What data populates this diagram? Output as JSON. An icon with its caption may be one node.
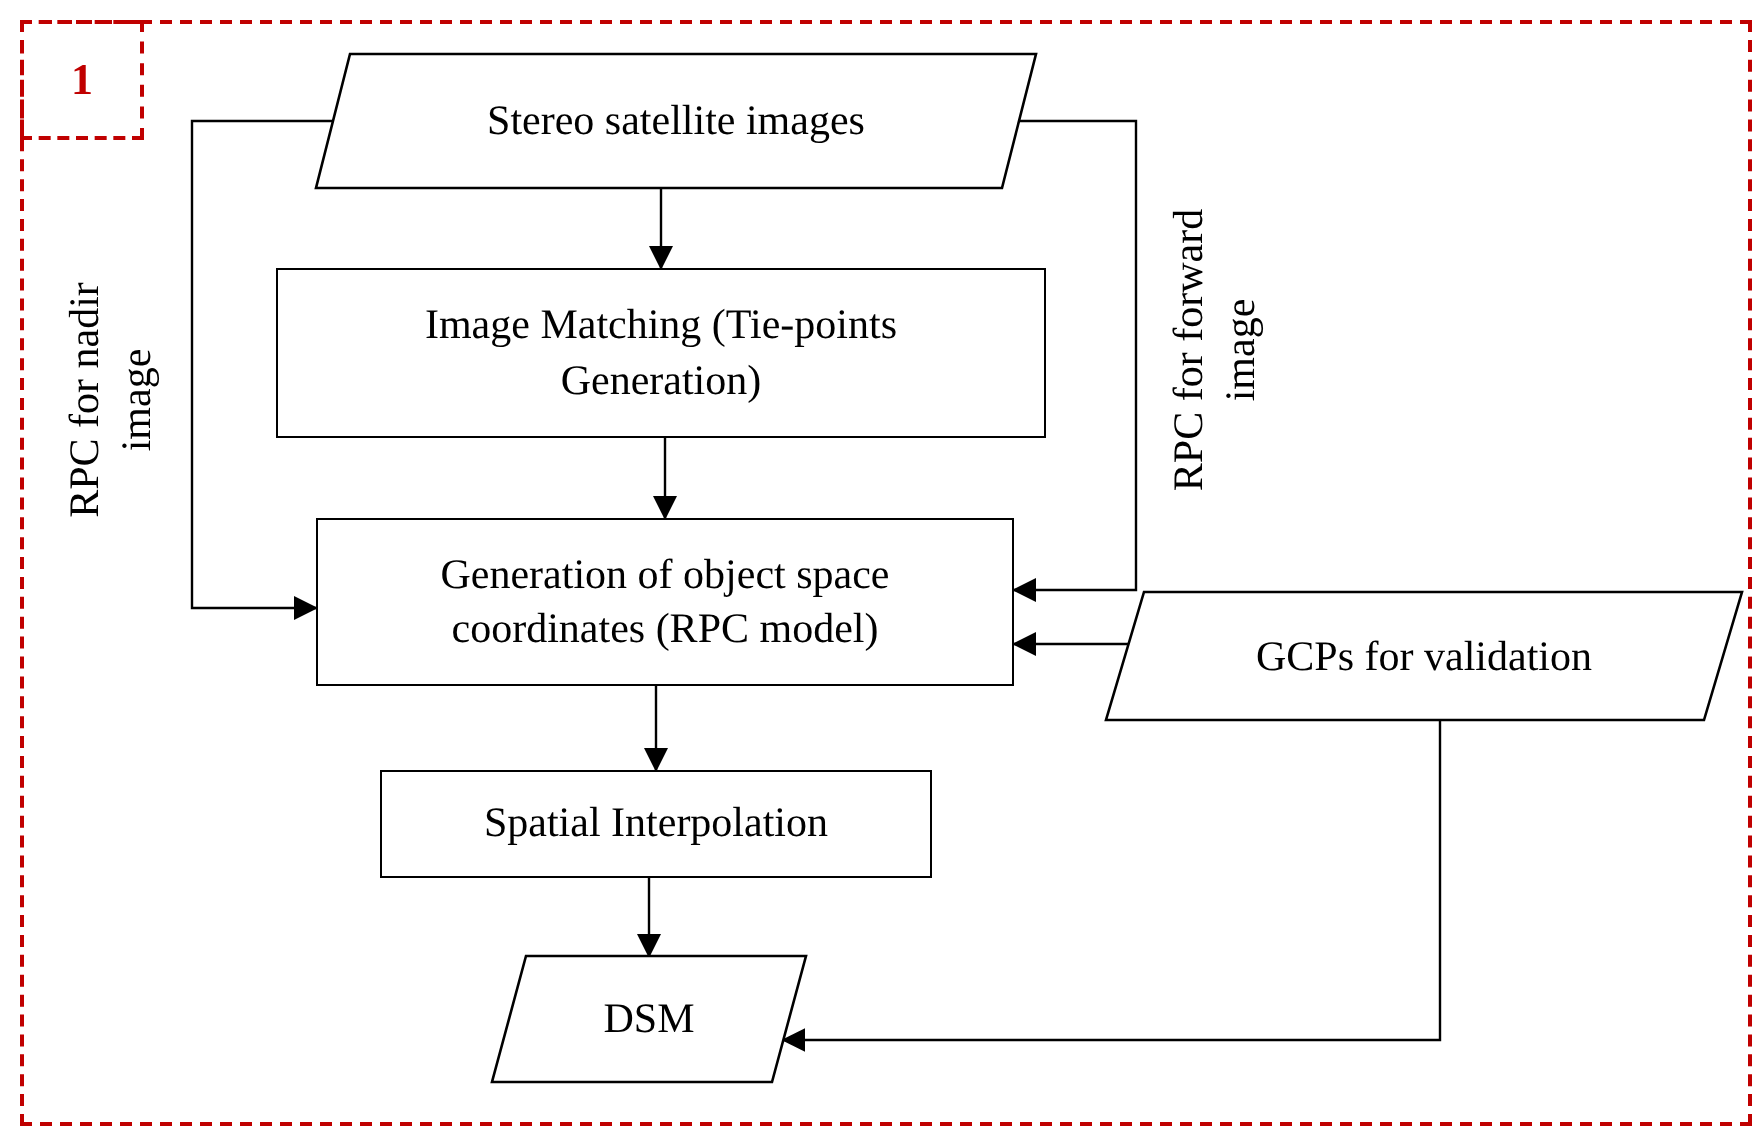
{
  "diagram": {
    "nodes": [
      {
        "text": [],
        "shape": "box"
      },
      {
        "text": [
          "1"
        ],
        "in": 0
      },
      {
        "text": [
          "Stereo satellite images"
        ],
        "in": 0
      },
      {
        "text": [
          "Image Matching (Tie-points Generation)"
        ],
        "in": 0
      },
      {
        "text": [
          "Generation of object space coordinates (RPC model)"
        ],
        "in": 0
      },
      {
        "text": [
          "GCPs for validation"
        ],
        "in": 0
      },
      {
        "text": [
          "Spatial Interpolation"
        ],
        "in": 0
      },
      {
        "text": [
          "DSM"
        ],
        "in": 0
      }
    ],
    "edges": [
      {
        "from": 2,
        "to": 3,
        "arrow": "to"
      },
      {
        "from": 3,
        "to": 4,
        "arrow": "to"
      },
      {
        "from": 2,
        "to": 4,
        "arrow": "to",
        "label": "RPC for nadir image"
      },
      {
        "from": 2,
        "to": 4,
        "arrow": "to",
        "label": "RPC for forward image"
      },
      {
        "from": 5,
        "to": 4,
        "arrow": "to"
      },
      {
        "from": 4,
        "to": 6,
        "arrow": "to"
      },
      {
        "from": 6,
        "to": 7,
        "arrow": "to"
      },
      {
        "from": 5,
        "to": 7,
        "arrow": "to"
      }
    ]
  }
}
